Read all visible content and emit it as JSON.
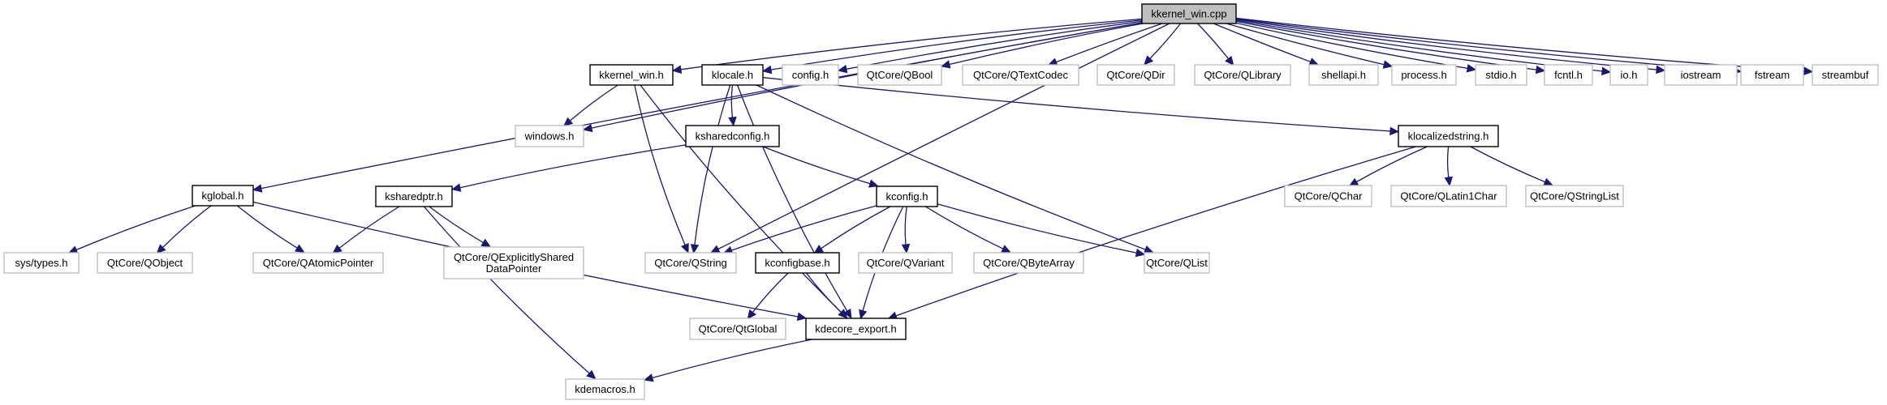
{
  "diagram": {
    "title": "kkernel_win.cpp",
    "kind": "include dependency graph",
    "colors": {
      "edge": "#191970",
      "root_fill": "#bfbfbf",
      "internal_border": "#000000",
      "external_border": "#bfbfbf"
    },
    "nodes": [
      {
        "id": "kkernel_win_cpp",
        "label": "kkernel_win.cpp",
        "type": "root"
      },
      {
        "id": "kglobal_h",
        "label": "kglobal.h",
        "type": "internal"
      },
      {
        "id": "kkernel_win_h",
        "label": "kkernel_win.h",
        "type": "internal"
      },
      {
        "id": "klocale_h",
        "label": "klocale.h",
        "type": "internal"
      },
      {
        "id": "config_h",
        "label": "config.h",
        "type": "external"
      },
      {
        "id": "qbool",
        "label": "QtCore/QBool",
        "type": "external"
      },
      {
        "id": "qtextcodec",
        "label": "QtCore/QTextCodec",
        "type": "external"
      },
      {
        "id": "qdir",
        "label": "QtCore/QDir",
        "type": "external"
      },
      {
        "id": "qlibrary",
        "label": "QtCore/QLibrary",
        "type": "external"
      },
      {
        "id": "shellapi_h",
        "label": "shellapi.h",
        "type": "external"
      },
      {
        "id": "process_h",
        "label": "process.h",
        "type": "external"
      },
      {
        "id": "stdio_h",
        "label": "stdio.h",
        "type": "external"
      },
      {
        "id": "fcntl_h",
        "label": "fcntl.h",
        "type": "external"
      },
      {
        "id": "io_h",
        "label": "io.h",
        "type": "external"
      },
      {
        "id": "iostream",
        "label": "iostream",
        "type": "external"
      },
      {
        "id": "fstream",
        "label": "fstream",
        "type": "external"
      },
      {
        "id": "streambuf",
        "label": "streambuf",
        "type": "external"
      },
      {
        "id": "windows_h",
        "label": "windows.h",
        "type": "external"
      },
      {
        "id": "ksharedconfig_h",
        "label": "ksharedconfig.h",
        "type": "internal"
      },
      {
        "id": "klocalizedstring_h",
        "label": "klocalizedstring.h",
        "type": "internal"
      },
      {
        "id": "ksharedptr_h",
        "label": "ksharedptr.h",
        "type": "internal"
      },
      {
        "id": "kconfig_h",
        "label": "kconfig.h",
        "type": "internal"
      },
      {
        "id": "qchar",
        "label": "QtCore/QChar",
        "type": "external"
      },
      {
        "id": "qlatin1char",
        "label": "QtCore/QLatin1Char",
        "type": "external"
      },
      {
        "id": "qstringlist",
        "label": "QtCore/QStringList",
        "type": "external"
      },
      {
        "id": "sys_types_h",
        "label": "sys/types.h",
        "type": "external"
      },
      {
        "id": "qobject",
        "label": "QtCore/QObject",
        "type": "external"
      },
      {
        "id": "qatomicpointer",
        "label": "QtCore/QAtomicPointer",
        "type": "external"
      },
      {
        "id": "qexplicitlyshared",
        "label": "QtCore/QExplicitlyShared\nDataPointer",
        "type": "external"
      },
      {
        "id": "qstring",
        "label": "QtCore/QString",
        "type": "external"
      },
      {
        "id": "kconfigbase_h",
        "label": "kconfigbase.h",
        "type": "internal"
      },
      {
        "id": "qvariant",
        "label": "QtCore/QVariant",
        "type": "external"
      },
      {
        "id": "qbytearray",
        "label": "QtCore/QByteArray",
        "type": "external"
      },
      {
        "id": "qlist",
        "label": "QtCore/QList",
        "type": "external"
      },
      {
        "id": "qtglobal",
        "label": "QtCore/QtGlobal",
        "type": "external"
      },
      {
        "id": "kdecore_export_h",
        "label": "kdecore_export.h",
        "type": "internal"
      },
      {
        "id": "kdemacros_h",
        "label": "kdemacros.h",
        "type": "external"
      }
    ],
    "edges": [
      [
        "kkernel_win_cpp",
        "kglobal_h"
      ],
      [
        "kkernel_win_cpp",
        "kkernel_win_h"
      ],
      [
        "kkernel_win_cpp",
        "klocale_h"
      ],
      [
        "kkernel_win_cpp",
        "config_h"
      ],
      [
        "kkernel_win_cpp",
        "qbool"
      ],
      [
        "kkernel_win_cpp",
        "qtextcodec"
      ],
      [
        "kkernel_win_cpp",
        "qdir"
      ],
      [
        "kkernel_win_cpp",
        "qlibrary"
      ],
      [
        "kkernel_win_cpp",
        "shellapi_h"
      ],
      [
        "kkernel_win_cpp",
        "process_h"
      ],
      [
        "kkernel_win_cpp",
        "stdio_h"
      ],
      [
        "kkernel_win_cpp",
        "fcntl_h"
      ],
      [
        "kkernel_win_cpp",
        "io_h"
      ],
      [
        "kkernel_win_cpp",
        "iostream"
      ],
      [
        "kkernel_win_cpp",
        "fstream"
      ],
      [
        "kkernel_win_cpp",
        "streambuf"
      ],
      [
        "kkernel_win_cpp",
        "windows_h"
      ],
      [
        "kkernel_win_cpp",
        "qstring"
      ],
      [
        "kkernel_win_h",
        "windows_h"
      ],
      [
        "kkernel_win_h",
        "qstring"
      ],
      [
        "kkernel_win_h",
        "kdecore_export_h"
      ],
      [
        "klocale_h",
        "ksharedconfig_h"
      ],
      [
        "klocale_h",
        "qstring"
      ],
      [
        "klocale_h",
        "qlist"
      ],
      [
        "klocale_h",
        "klocalizedstring_h"
      ],
      [
        "klocale_h",
        "kdecore_export_h"
      ],
      [
        "ksharedconfig_h",
        "ksharedptr_h"
      ],
      [
        "ksharedconfig_h",
        "kconfig_h"
      ],
      [
        "klocalizedstring_h",
        "qchar"
      ],
      [
        "klocalizedstring_h",
        "qlatin1char"
      ],
      [
        "klocalizedstring_h",
        "qstringlist"
      ],
      [
        "klocalizedstring_h",
        "kdecore_export_h"
      ],
      [
        "kglobal_h",
        "sys_types_h"
      ],
      [
        "kglobal_h",
        "qobject"
      ],
      [
        "kglobal_h",
        "qatomicpointer"
      ],
      [
        "kglobal_h",
        "kdecore_export_h"
      ],
      [
        "ksharedptr_h",
        "qatomicpointer"
      ],
      [
        "ksharedptr_h",
        "qexplicitlyshared"
      ],
      [
        "ksharedptr_h",
        "kdemacros_h"
      ],
      [
        "kconfig_h",
        "qstring"
      ],
      [
        "kconfig_h",
        "kconfigbase_h"
      ],
      [
        "kconfig_h",
        "qvariant"
      ],
      [
        "kconfig_h",
        "qbytearray"
      ],
      [
        "kconfig_h",
        "qlist"
      ],
      [
        "kconfig_h",
        "kdecore_export_h"
      ],
      [
        "kconfigbase_h",
        "qtglobal"
      ],
      [
        "kconfigbase_h",
        "kdecore_export_h"
      ],
      [
        "kdecore_export_h",
        "kdemacros_h"
      ]
    ]
  }
}
